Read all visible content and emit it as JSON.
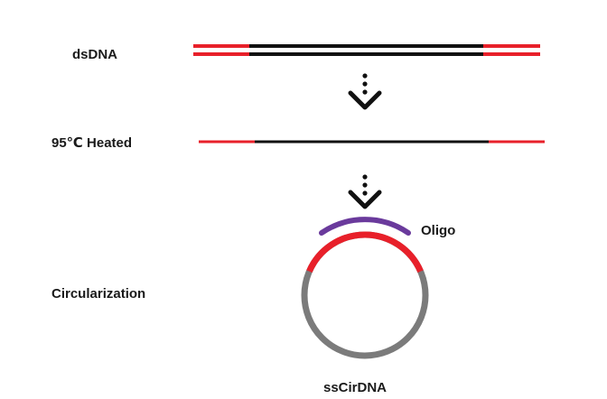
{
  "labels": {
    "dsdna": "dsDNA",
    "heated": "95℃ Heated",
    "circularization": "Circularization",
    "oligo": "Oligo",
    "sscirdna": "ssCirDNA"
  },
  "colors": {
    "red": "#e8202a",
    "black": "#111111",
    "gray": "#7b7b7b",
    "purple": "#6a3a9c"
  }
}
